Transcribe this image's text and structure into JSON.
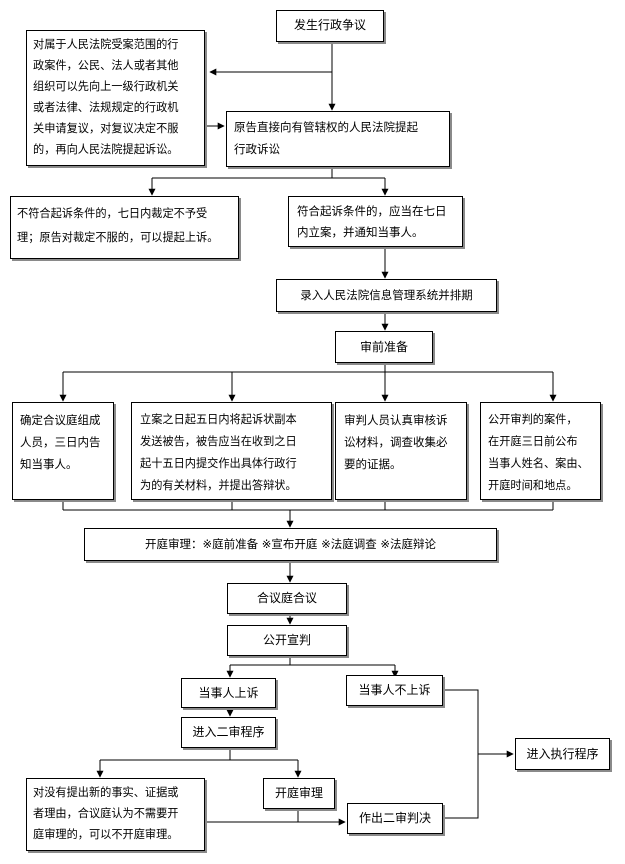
{
  "nodes": {
    "dispute": "发生行政争议",
    "reconsider": "对属于人民法院受案范围的行\n政案件，公民、法人或者其他\n组织可以先向上一级行政机关\n或者法律、法规规定的行政机\n关申请复议，对复议决定不服\n的，再向人民法院提起诉讼。",
    "direct_suit": "原告直接向有管辖权的人民法院提起\n行政诉讼",
    "not_meet": "不符合起诉条件的，七日内裁定不予受\n理；原告对裁定不服的，可以提起上诉。",
    "meet": "符合起诉条件的，应当在七日\n内立案，并通知当事人。",
    "register": "录入人民法院信息管理系统并排期",
    "pretrial": "审前准备",
    "panel": "确定合议庭组成\n人员，三日内告\n知当事人。",
    "serve": "立案之日起五日内将起诉状副本\n发送被告，被告应当在收到之日\n起十五日内提交作出具体行政行\n为的有关材料，并提出答辩状。",
    "review": "审判人员认真审核诉\n讼材料，调查收集必\n要的证据。",
    "public_notice": "公开审判的案件，\n在开庭三日前公布\n当事人姓名、案由、\n开庭时间和地点。",
    "hearing": "开庭审理：※庭前准备 ※宣布开庭 ※法庭调查 ※法庭辩论",
    "deliberation": "合议庭合议",
    "verdict": "公开宣判",
    "appeal": "当事人上诉",
    "no_appeal": "当事人不上诉",
    "second_instance": "进入二审程序",
    "no_hearing": "对没有提出新的事实、证据或\n者理由，合议庭认为不需要开\n庭审理的，可以不开庭审理。",
    "court_hearing": "开庭审理",
    "second_judgment": "作出二审判决",
    "execution": "进入执行程序"
  }
}
